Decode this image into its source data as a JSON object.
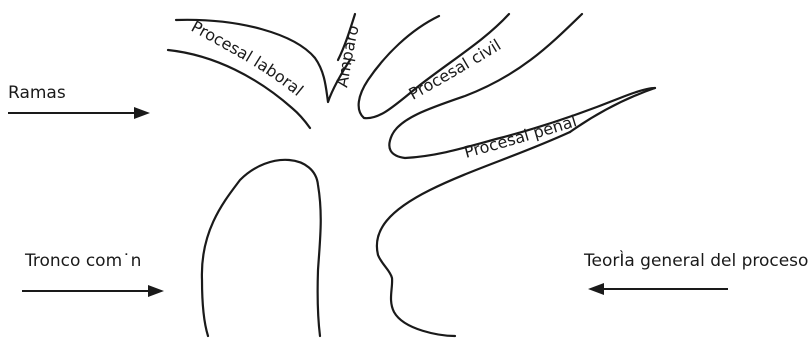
{
  "labels": {
    "ramas": "Ramas",
    "tronco": "Tronco com˙n",
    "teoria": "TeorÌa general del proceso"
  },
  "branches": {
    "laboral": "Procesal laboral",
    "amparo": "Amparo",
    "civil": "Procesal civil",
    "penal": "Procesal penal"
  }
}
